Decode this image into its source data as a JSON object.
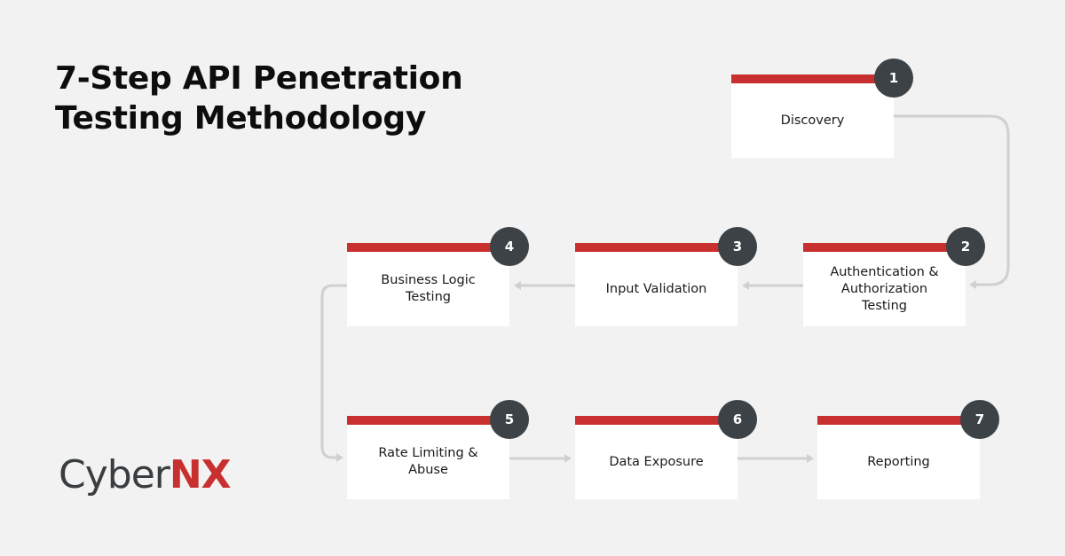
{
  "title": {
    "line1": "7-Step API Penetration",
    "line2": "Testing Methodology"
  },
  "steps": [
    {
      "number": "1",
      "label": "Discovery"
    },
    {
      "number": "2",
      "label": "Authentication &\nAuthorization\nTesting"
    },
    {
      "number": "3",
      "label": "Input Validation"
    },
    {
      "number": "4",
      "label": "Business Logic\nTesting"
    },
    {
      "number": "5",
      "label": "Rate Limiting &\nAbuse"
    },
    {
      "number": "6",
      "label": "Data Exposure"
    },
    {
      "number": "7",
      "label": "Reporting"
    }
  ],
  "logo": {
    "part1": "Cyber",
    "part2": "NX"
  },
  "colors": {
    "background": "#f2f2f2",
    "accent_red": "#c8302f",
    "badge_dark": "#3d4246",
    "connector": "#d0d0d0",
    "card": "#ffffff"
  }
}
